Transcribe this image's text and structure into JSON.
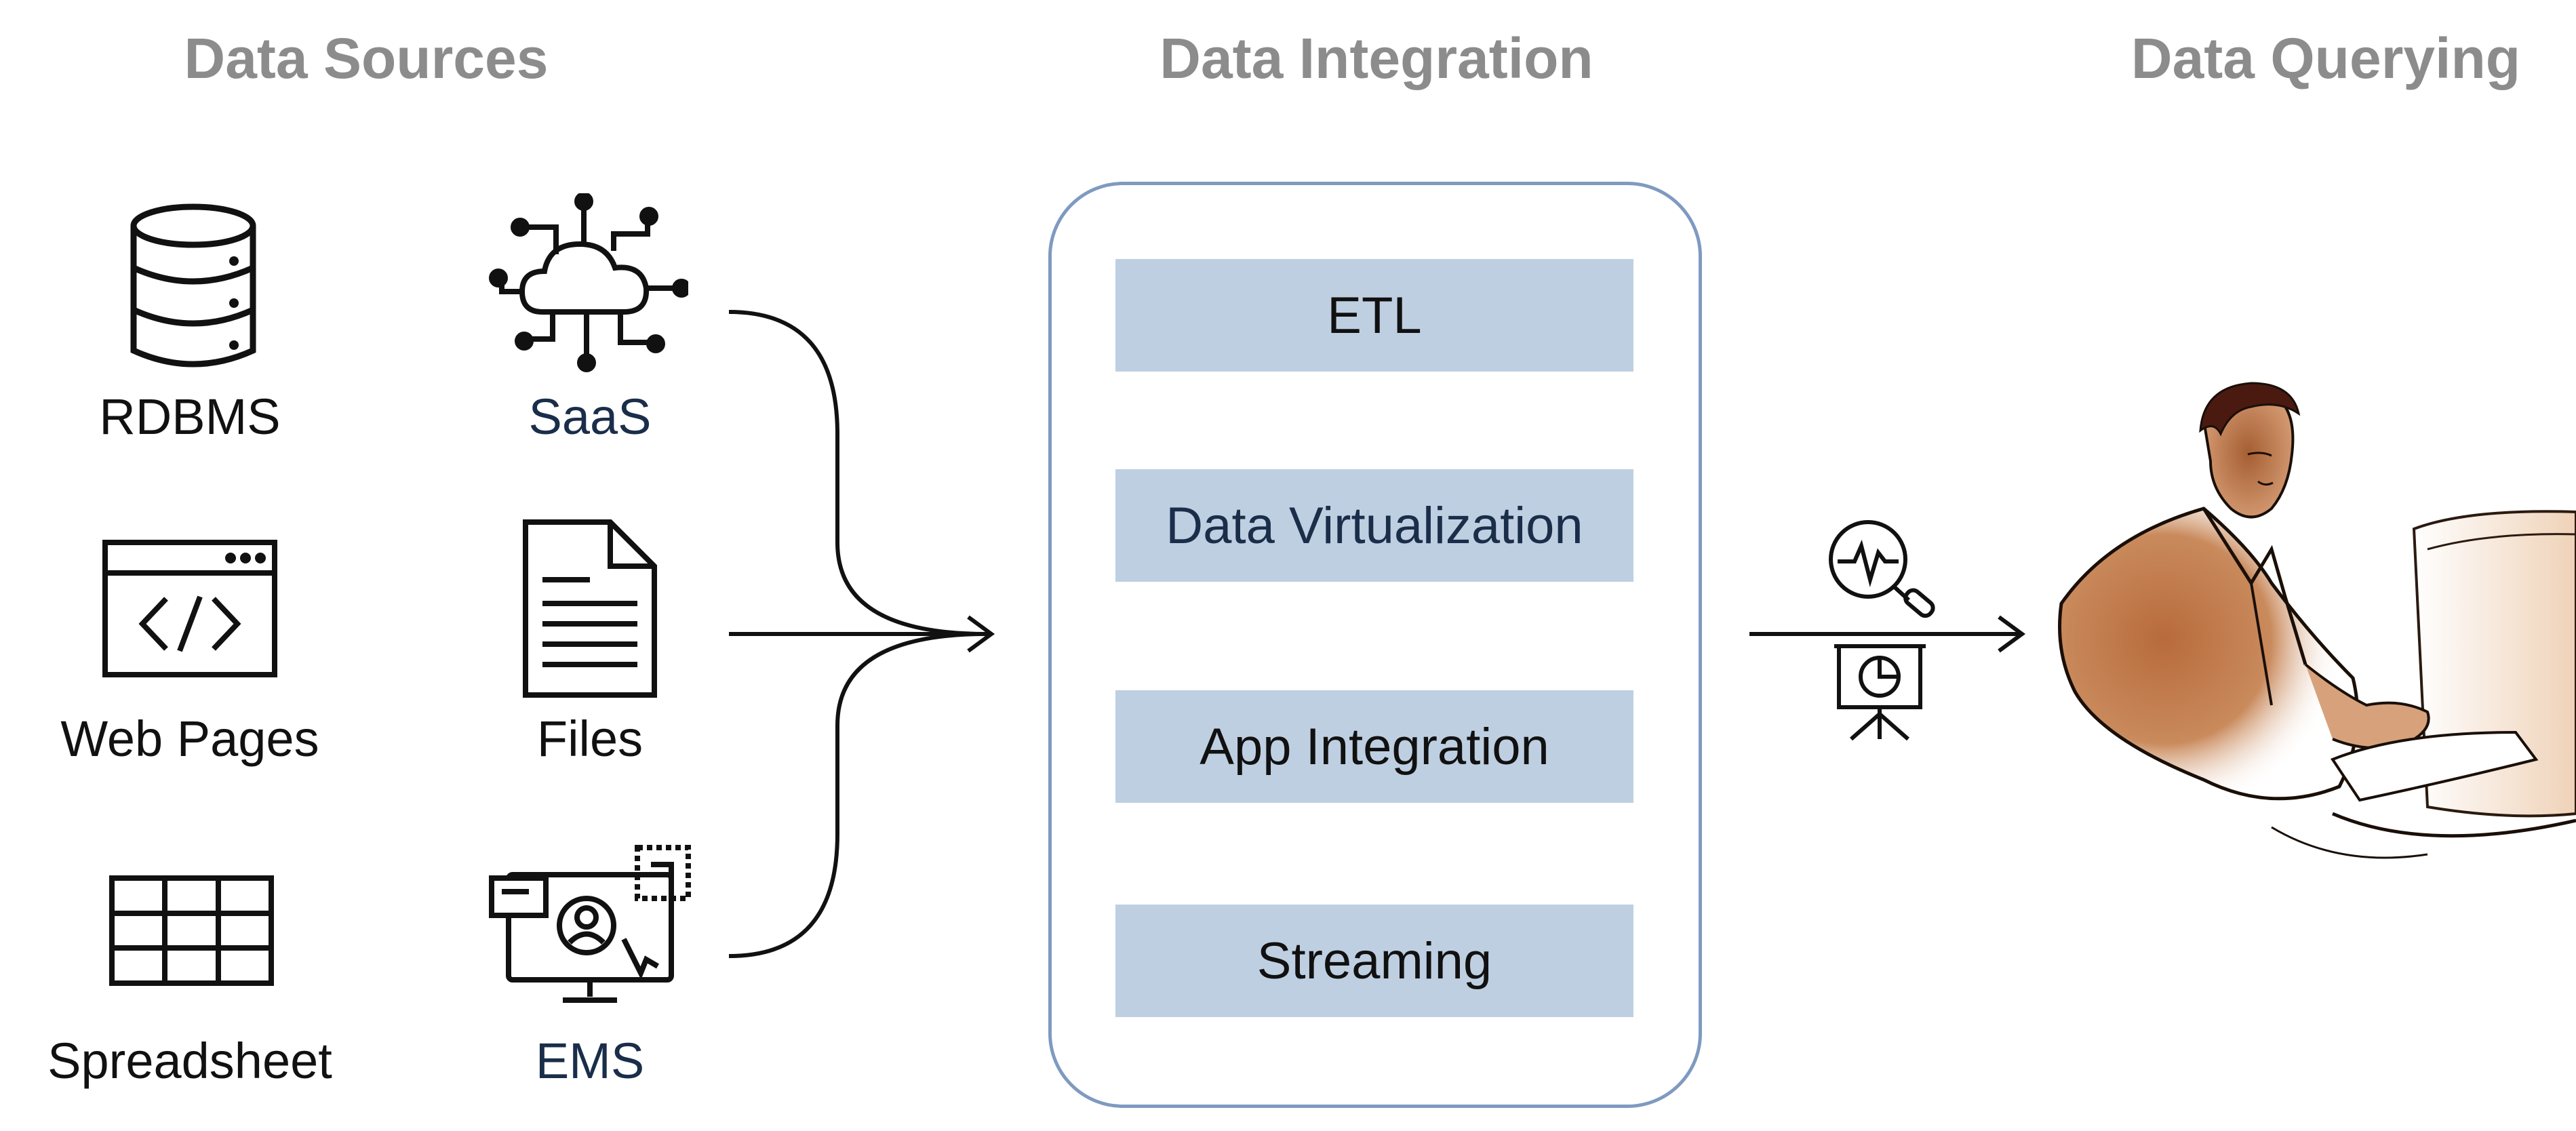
{
  "headings": {
    "sources": "Data Sources",
    "integration": "Data Integration",
    "querying": "Data Querying"
  },
  "sources": [
    {
      "label": "RDBMS",
      "icon": "database-icon"
    },
    {
      "label": "SaaS",
      "icon": "cloud-network-icon"
    },
    {
      "label": "Web Pages",
      "icon": "web-code-icon"
    },
    {
      "label": "Files",
      "icon": "document-icon"
    },
    {
      "label": "Spreadsheet",
      "icon": "spreadsheet-grid-icon"
    },
    {
      "label": "EMS",
      "icon": "monitor-user-icon"
    }
  ],
  "integration_methods": [
    "ETL",
    "Data Virtualization",
    "App Integration",
    "Streaming"
  ],
  "querying_icons": [
    "analytics-magnifier-icon",
    "presentation-chart-icon",
    "person-at-computer-illustration"
  ],
  "colors": {
    "heading": "#8c8c8c",
    "panel_border": "#7f9ac0",
    "method_fill": "#bfcfe2",
    "label_blue": "#1a2e4a",
    "figure_brown": "#b86b3c"
  }
}
